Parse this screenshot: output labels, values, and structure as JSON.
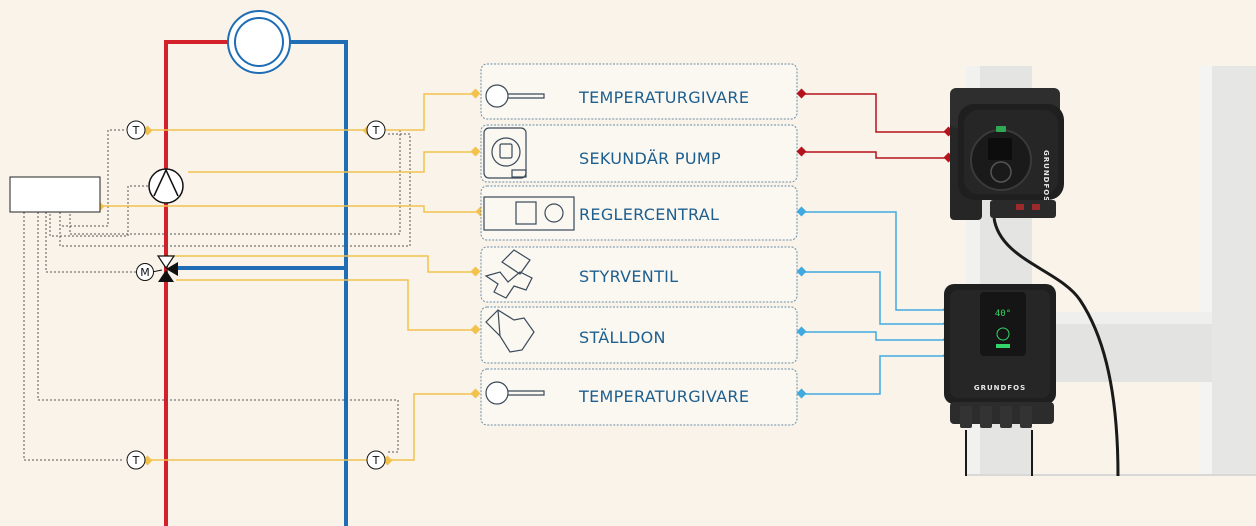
{
  "components": [
    {
      "label": "TEMPERATURGIVARE",
      "icon": "temperature-sensor-icon",
      "connector_color": "#b5121b"
    },
    {
      "label": "SEKUNDÄR PUMP",
      "icon": "pump-unit-icon",
      "connector_color": "#b5121b"
    },
    {
      "label": "REGLERCENTRAL",
      "icon": "controller-icon",
      "connector_color": "#3fa9e0"
    },
    {
      "label": "STYRVENTIL",
      "icon": "control-valve-icon",
      "connector_color": "#3fa9e0"
    },
    {
      "label": "STÄLLDON",
      "icon": "actuator-icon",
      "connector_color": "#3fa9e0"
    },
    {
      "label": "TEMPERATURGIVARE",
      "icon": "temperature-sensor-icon",
      "connector_color": "#3fa9e0"
    }
  ],
  "symbols": {
    "temperature": "T",
    "motor": "M"
  },
  "product": {
    "brand": "GRUNDFOS",
    "display_value": "40°"
  },
  "colors": {
    "supply_pipe": "#d3202a",
    "return_pipe": "#1f6db5",
    "signal_line": "#f2c24d",
    "red_connector": "#b5121b",
    "blue_connector": "#3fa9e0",
    "label_text": "#1d5f8f",
    "background": "#faf3e9"
  }
}
